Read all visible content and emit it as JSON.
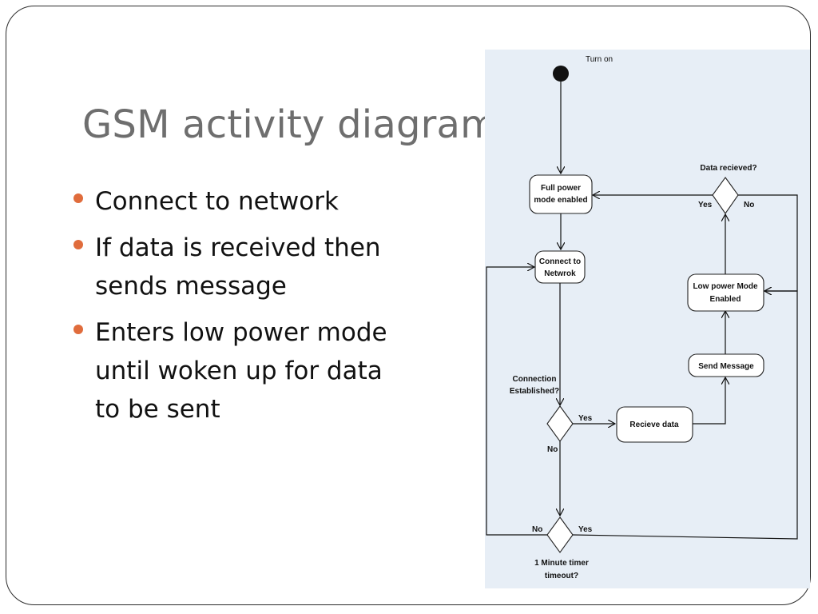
{
  "slide": {
    "title": "GSM activity diagram",
    "bullets": [
      "Connect to network",
      "If data is received then sends message",
      "Enters low power mode until woken up for data to be sent"
    ]
  },
  "diagram": {
    "start_label": "Turn on",
    "nodes": {
      "full_power": [
        "Full power",
        "mode enabled"
      ],
      "connect": [
        "Connect to",
        "Netwrok"
      ],
      "receive": "Recieve data",
      "send": "Send Message",
      "low_power": [
        "Low power Mode",
        "Enabled"
      ]
    },
    "decisions": {
      "connection": [
        "Connection",
        "Established?"
      ],
      "data_received": "Data recieved?",
      "timer": [
        "1 Minute timer",
        "timeout?"
      ]
    },
    "edge_labels": {
      "yes": "Yes",
      "no": "No"
    }
  }
}
